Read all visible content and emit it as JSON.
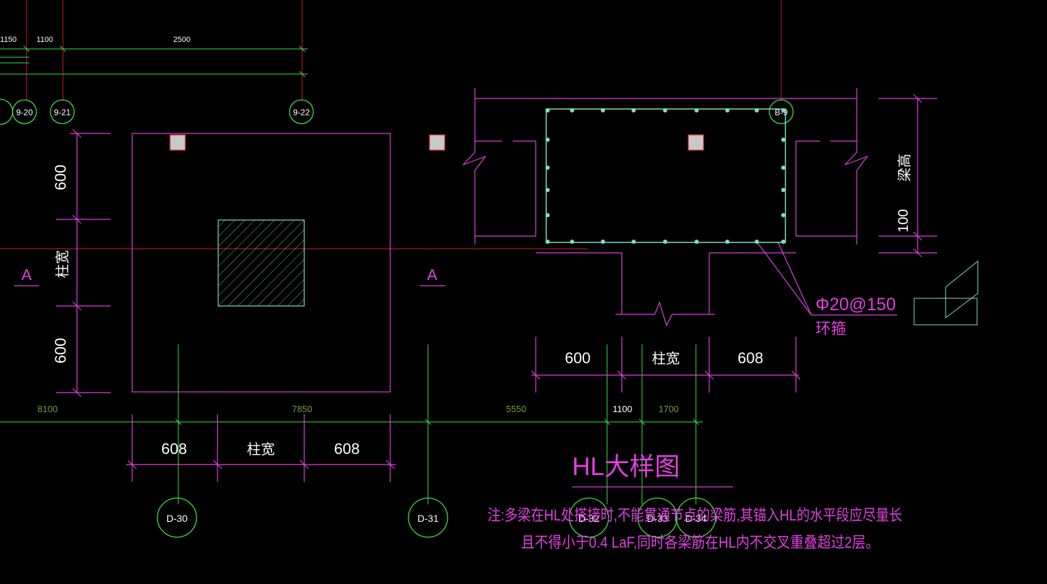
{
  "colors": {
    "background": "#000000",
    "magenta": "#e040e0",
    "green": "#40e040",
    "red": "#d02020",
    "white": "#ffffff",
    "cyan": "#80e0c0",
    "olive": "#6fa030"
  },
  "top_dims": [
    "1150",
    "1100",
    "2500"
  ],
  "axis_bubbles": {
    "top": [
      "9-20",
      "9-21",
      "9-22",
      "B-9"
    ],
    "bottom": [
      "D-30",
      "D-31",
      "D-32",
      "D-33",
      "D-34"
    ]
  },
  "left_detail": {
    "dim_upper": "600",
    "dim_lower": "600",
    "dim_mid": "柱宽",
    "section_left": "A",
    "section_right": "A",
    "bottom_dims": [
      "608",
      "柱宽",
      "608"
    ]
  },
  "grid_dims": [
    "8100",
    "7850",
    "5550",
    "1100",
    "1700"
  ],
  "right_detail": {
    "bottom_dims": [
      "600",
      "柱宽",
      "608"
    ],
    "side_dim_upper": "梁高",
    "side_dim_lower": "100",
    "rebar_label": "Φ20@150",
    "rebar_sub": "环箍"
  },
  "title": "HL大样图",
  "note": {
    "line1": "注:多梁在HL处搭接时,不能贯通节点的梁筋,其锚入HL的水平段应尽量长",
    "line2": "且不得小于0.4 LaF,同时各梁筋在HL内不交叉重叠超过2层。"
  }
}
